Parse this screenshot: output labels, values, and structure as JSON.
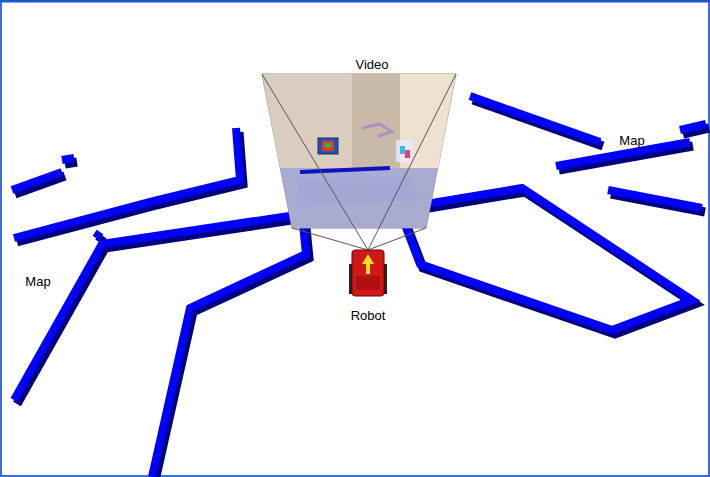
{
  "diagram": {
    "labels": [
      "Video",
      "Map",
      "Map",
      "Robot"
    ]
  }
}
